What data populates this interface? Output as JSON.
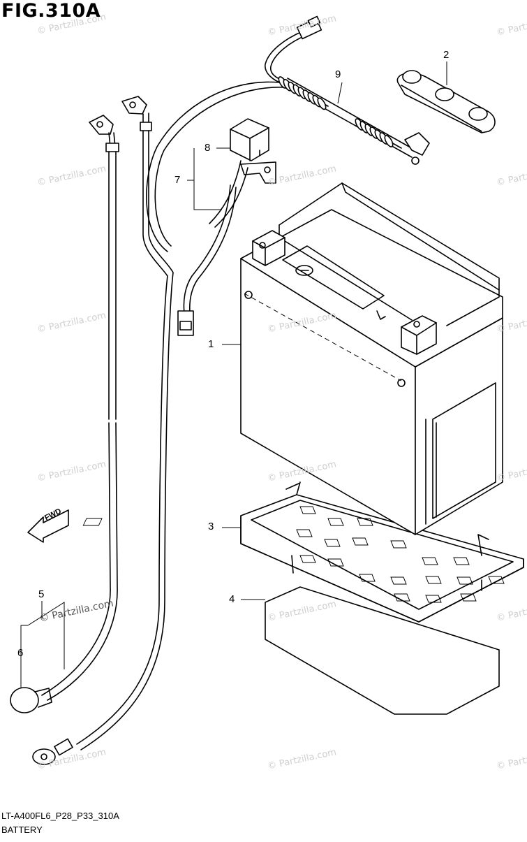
{
  "figure": {
    "title": "FIG.310A",
    "code": "LT-A400FL6_P28_P33_310A",
    "name": "BATTERY"
  },
  "callouts": [
    "1",
    "2",
    "3",
    "4",
    "5",
    "6",
    "7",
    "8",
    "9"
  ],
  "fwd_label": "FWD",
  "watermark": {
    "text": "© Partzilla.com",
    "color": "#cfcfcf"
  }
}
